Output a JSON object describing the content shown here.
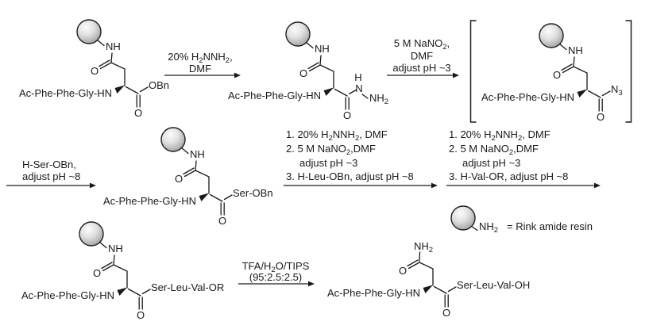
{
  "molecule_labels": {
    "peptide_chain": "Ac-Phe-Phe-Gly-HN",
    "amide_nh": "NH",
    "carbonyl_o": "O"
  },
  "structures": {
    "s1_benzyl_ester": {
      "ester_group": "OBn"
    },
    "s2_hydrazide": {
      "h": "H",
      "n": "N",
      "nh": "NH",
      "sub2": "2"
    },
    "s3_acyl_azide": {
      "n": "N",
      "sub3": "3"
    },
    "s4_ser_obn": {
      "chain": "Ser-OBn"
    },
    "s5_ser_leu_val_or": {
      "chain": "Ser-Leu-Val-OR"
    },
    "s6_product": {
      "nh": "NH",
      "sub2": "2",
      "chain": "Ser-Leu-Val-OH"
    }
  },
  "arrows": {
    "a1": {
      "r1a": "20% H",
      "r1b": "2",
      "r1c": "NNH",
      "r1d": "2",
      "r1e": ",",
      "r2": "DMF"
    },
    "a2": {
      "r1a": "5 M NaNO",
      "r1b": "2",
      "r1c": ",",
      "r2": "DMF",
      "r3": "adjust pH ~3"
    },
    "a3": {
      "r1": "H-Ser-OBn,",
      "r2": "adjust pH ~8"
    },
    "a4": {
      "s1a": "1. 20% H",
      "s1b": "2",
      "s1c": "NNH",
      "s1d": "2",
      "s1e": ", DMF",
      "s2a": "2. 5 M NaNO",
      "s2b": "2",
      "s2c": ",DMF",
      "s3": "adjust pH ~3",
      "s4": "3. H-Leu-OBn, adjust pH ~8"
    },
    "a5": {
      "s1a": "1. 20% H",
      "s1b": "2",
      "s1c": "NNH",
      "s1d": "2",
      "s1e": ", DMF",
      "s2a": "2. 5 M NaNO",
      "s2b": "2",
      "s2c": ",DMF",
      "s3": "adjust pH ~3",
      "s4": "3. H-Val-OR, adjust pH ~8"
    },
    "a6": {
      "r1a": "TFA/H",
      "r1b": "2",
      "r1c": "O/TIPS",
      "r2": "(95:2.5:2.5)"
    }
  },
  "legend": {
    "nh": "NH",
    "sub2": "2",
    "definition": "= Rink amide resin"
  },
  "colors": {
    "ink": "#1a1a1a",
    "bead_light": "#fbfbfb",
    "bead_mid": "#e2e2e2",
    "bead_dark": "#7d7d7d"
  }
}
